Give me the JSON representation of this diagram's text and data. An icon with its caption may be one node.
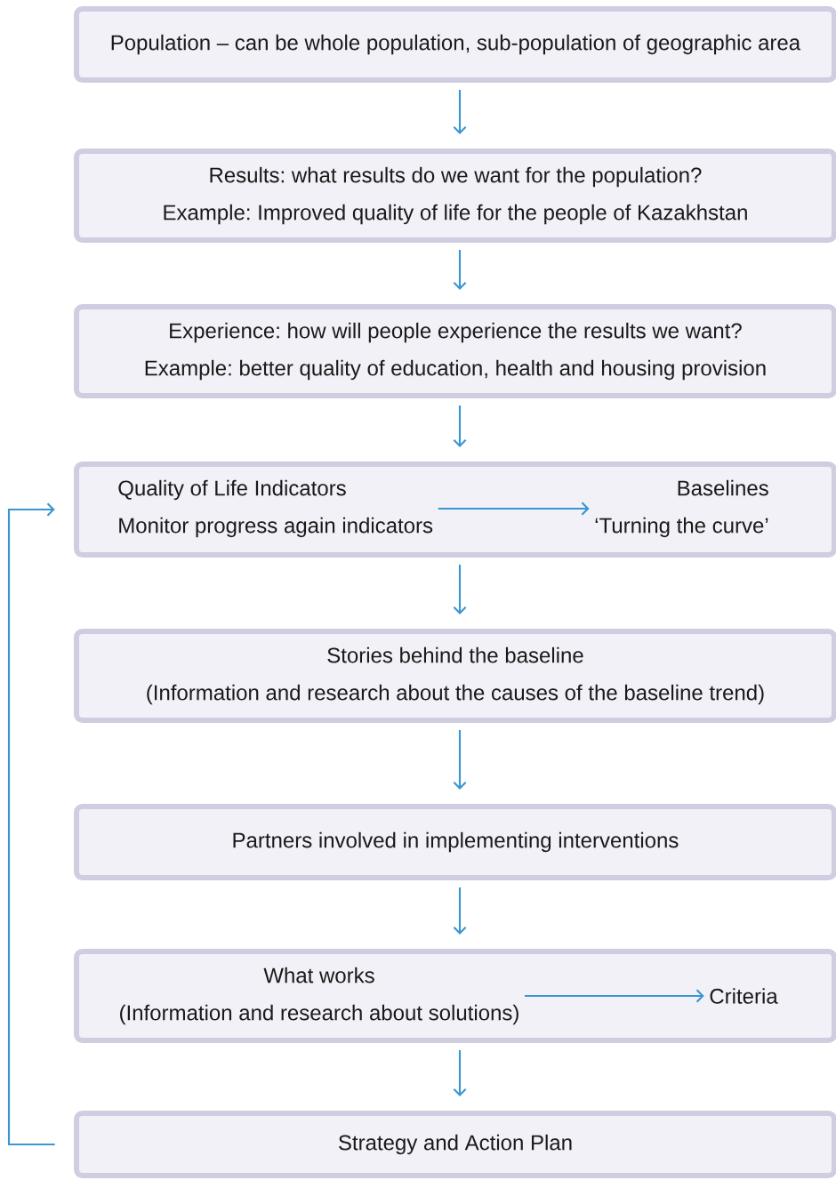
{
  "diagram": {
    "nodes": [
      {
        "text": [
          "Population – can be whole population, sub-population of geographic area"
        ]
      },
      {
        "text": [
          "Results: what results do we want for the population?",
          "Example: Improved quality of life for the people of Kazakhstan"
        ]
      },
      {
        "text": [
          "Experience: how will people experience the results we want?",
          "Example: better quality of education, health and housing provision"
        ]
      },
      {
        "text": [],
        "shape": "box"
      },
      {
        "text": [
          "Quality of Life Indicators",
          "Monitor progress again indicators"
        ],
        "in": 3
      },
      {
        "text": [
          "Baselines",
          "‘Turning the curve’"
        ],
        "in": 3
      },
      {
        "text": [
          "Stories behind the baseline",
          "(Information and research about the causes of the baseline trend)"
        ]
      },
      {
        "text": [
          "Partners involved in implementing interventions"
        ]
      },
      {
        "text": [],
        "shape": "box"
      },
      {
        "text": [
          "What works",
          "(Information and research about solutions)"
        ],
        "in": 8
      },
      {
        "text": [
          "Criteria"
        ],
        "in": 8
      },
      {
        "text": [
          "Strategy and Action Plan"
        ]
      }
    ],
    "edges": [
      {
        "from": 0,
        "to": 1,
        "arrow": "to"
      },
      {
        "from": 1,
        "to": 2,
        "arrow": "to"
      },
      {
        "from": 2,
        "to": 3,
        "arrow": "to"
      },
      {
        "from": 4,
        "to": 5,
        "arrow": "to"
      },
      {
        "from": 3,
        "to": 6,
        "arrow": "to"
      },
      {
        "from": 6,
        "to": 7,
        "arrow": "to"
      },
      {
        "from": 7,
        "to": 8,
        "arrow": "to"
      },
      {
        "from": 9,
        "to": 10,
        "arrow": "to"
      },
      {
        "from": 8,
        "to": 11,
        "arrow": "to"
      },
      {
        "from": 11,
        "to": 3,
        "arrow": "to"
      }
    ]
  }
}
